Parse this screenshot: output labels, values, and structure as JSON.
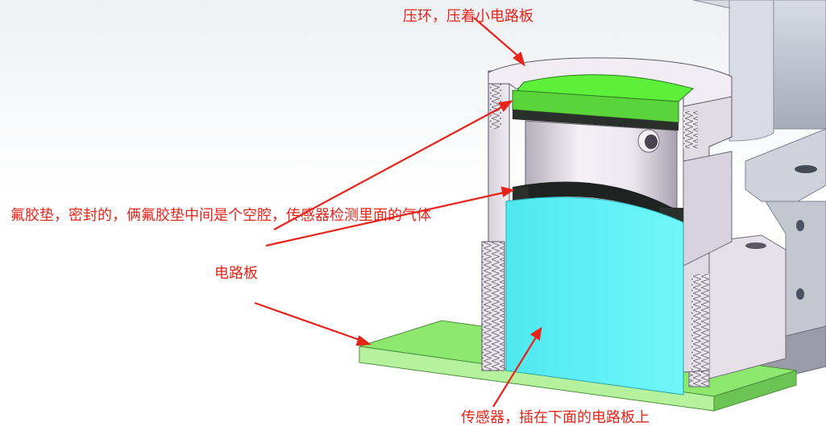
{
  "annotations": {
    "press_ring": "压环，压着小电路板",
    "ptfe_gasket": "氟胶垫，密封的，俩氟胶垫中间是个空腔，传感器检测里面的气体",
    "circuit_board": "电路板",
    "sensor": "传感器，插在下面的电路板上"
  },
  "colors": {
    "annotation": "#e8231a",
    "arrow": "#e8231a",
    "small_board": "#5ad43a",
    "main_board": "#8ee870",
    "sensor": "#55f0f5",
    "gasket": "#2a2f2c",
    "housing": "#e9e4ec",
    "body_shadow": "#b9b0c2",
    "metal": "#c9ccd6"
  }
}
